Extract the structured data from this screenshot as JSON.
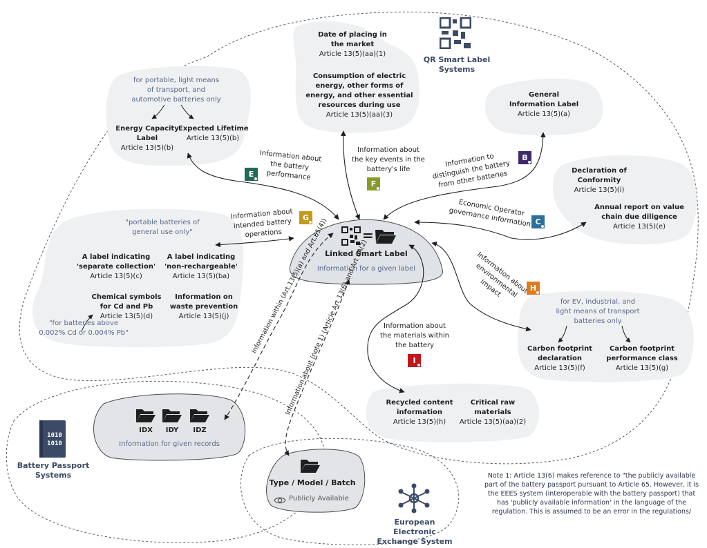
{
  "systems": {
    "qr": {
      "label_lines": [
        "QR Smart Label",
        "Systems"
      ]
    },
    "battery_passport": {
      "label_lines": [
        "Battery Passport",
        "Systems"
      ]
    },
    "eees": {
      "label_lines": [
        "European Electronic",
        "Exchange System"
      ]
    }
  },
  "center": {
    "title": "Linked Smart Label",
    "subtitle": "Information for a given label"
  },
  "blobs": {
    "energy": {
      "note_lines": [
        "for portable, light means",
        "of transport, and",
        "automotive batteries only"
      ],
      "item1_lines": [
        "Energy Capacity",
        "Label"
      ],
      "item1_ref": "Article 13(5)(b)",
      "item2_lines": [
        "Expected Lifetime"
      ],
      "item2_ref": "Article 13(5)(b)"
    },
    "dates": {
      "item1_lines": [
        "Date of placing in",
        "the market"
      ],
      "item1_ref": "Article 13(5)(aa)(1)",
      "item2_lines": [
        "Consumption of electric",
        "energy, other forms of",
        "energy, and other essential",
        "resources during use"
      ],
      "item2_ref": "Article 13(5)(aa)(3)"
    },
    "general": {
      "item1_lines": [
        "General",
        "Information Label"
      ],
      "item1_ref": "Article 13(5)(a)"
    },
    "conformity": {
      "item1_lines": [
        "Declaration of",
        "Conformity"
      ],
      "item1_ref": "Article 13(5)(i)",
      "item2_lines": [
        "Annual report on value",
        "chain due diligence"
      ],
      "item2_ref": "Article 13(5)(e)"
    },
    "portable": {
      "note_lines": [
        "\"portable batteries of",
        "general use only\""
      ],
      "item1_lines": [
        "A label indicating",
        "'separate collection'"
      ],
      "item1_ref": "Article 13(5)(c)",
      "item2_lines": [
        "A label indicating",
        "'non-rechargeable'"
      ],
      "item2_ref": "Article 13(5)(ba)",
      "item3_lines": [
        "Chemical symbols",
        "for Cd and Pb"
      ],
      "item3_ref": "Article 13(5)(d)",
      "item4_lines": [
        "Information on",
        "waste prevention"
      ],
      "item4_ref": "Article 13(5)(j)",
      "note2_lines": [
        "\"for batteries above",
        "0.002% Cd or 0.004% Pb\""
      ]
    },
    "carbon": {
      "note_lines": [
        "for EV, industrial, and",
        "light means of transport",
        "batteries only"
      ],
      "item1_lines": [
        "Carbon footprint",
        "declaration"
      ],
      "item1_ref": "Article 13(5)(f)",
      "item2_lines": [
        "Carbon footprint",
        "performance class"
      ],
      "item2_ref": "Article 13(5)(g)"
    },
    "recycled": {
      "item1_lines": [
        "Recycled content",
        "information"
      ],
      "item1_ref": "Article 13(5)(h)",
      "item2_lines": [
        "Critical raw",
        "materials"
      ],
      "item2_ref": "Article 13(5)(aa)(2)"
    },
    "records": {
      "folders": [
        "IDX",
        "IDY",
        "IDZ"
      ],
      "subtitle": "Information for given records"
    },
    "type_model": {
      "title": "Type / Model / Batch",
      "subtitle": "Publicly Available"
    }
  },
  "edges": {
    "E": {
      "badge": "E",
      "color": "#1f6b55",
      "lines": [
        "Information about",
        "the battery",
        "performance"
      ]
    },
    "F": {
      "badge": "F",
      "color": "#8a9a2a",
      "lines": [
        "Information about",
        "the key events in the",
        "battery's life"
      ]
    },
    "B": {
      "badge": "B",
      "color": "#3d2a6e",
      "lines": [
        "Information to",
        "distinguish the battery",
        "from other batteries"
      ]
    },
    "G": {
      "badge": "G",
      "color": "#c49a1a",
      "lines": [
        "Information about",
        "intended battery",
        "operations"
      ]
    },
    "C": {
      "badge": "C",
      "color": "#2b6f9c",
      "lines": [
        "Economic Operator",
        "governance information"
      ]
    },
    "H": {
      "badge": "H",
      "color": "#e07a1f",
      "lines": [
        "Information about",
        "environmental",
        "impact"
      ]
    },
    "I": {
      "badge": "I",
      "color": "#c0161c",
      "lines": [
        "Information about",
        "the materials within",
        "the battery"
      ]
    },
    "within": {
      "lines": [
        "Information within",
        "(Art.13(5)(a) and Art.65(4))"
      ]
    },
    "note1": {
      "lines": [
        "Information about (note 1)",
        "(Article Art 13(6) and Art 6A(2)"
      ]
    }
  },
  "note": {
    "text": "Note 1: Article 13(6) makes reference to \"the publicly available part of the battery passport pursuant to Article 65.  However, it is the EEES system (interoperable with the battery passport) that has 'publicly available information' in the language of the regulation.  This is assumed to be an error in the regulations/"
  },
  "colors": {
    "blob": "#eef0f2",
    "center_blob": "#dfe2e6",
    "ink": "#1f1f1f",
    "accent_text": "#5a6a8a",
    "icon": "#3b4a66"
  }
}
